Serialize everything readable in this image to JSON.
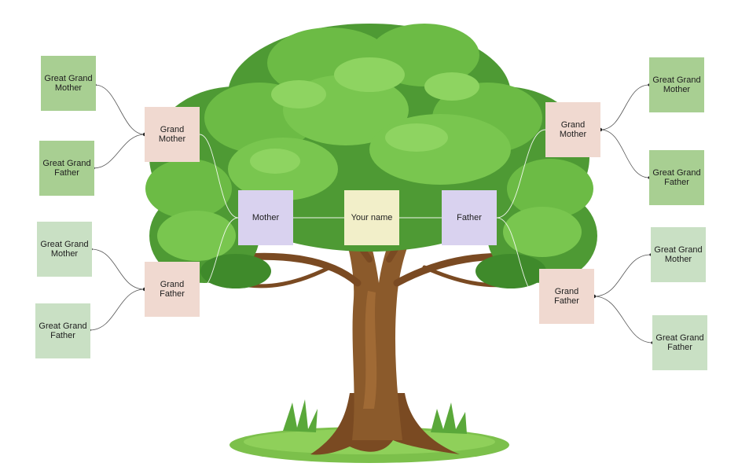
{
  "tree": {
    "you": "Your name",
    "mother": "Mother",
    "father": "Father",
    "mother_mother": "Grand\nMother",
    "mother_father": "Grand\nFather",
    "father_mother": "Grand\nMother",
    "father_father": "Grand\nFather",
    "ggp_mm_mother": "Great Grand\nMother",
    "ggp_mm_father": "Great Grand\nFather",
    "ggp_mf_mother": "Great Grand\nMother",
    "ggp_mf_father": "Great Grand\nFather",
    "ggp_fm_mother": "Great Grand\nMother",
    "ggp_fm_father": "Great Grand\nFather",
    "ggp_ff_mother": "Great Grand\nMother",
    "ggp_ff_father": "Great Grand\nFather"
  },
  "colors": {
    "great_grandparent_top": "#a8cf92",
    "great_grandparent_bottom": "#c9e0c4",
    "grandparent": "#f0d9d0",
    "parent": "#d9d2ef",
    "self": "#f2efc9",
    "foliage": "#5aa83a",
    "trunk": "#8b5a2b",
    "grass": "#7cc04b"
  }
}
